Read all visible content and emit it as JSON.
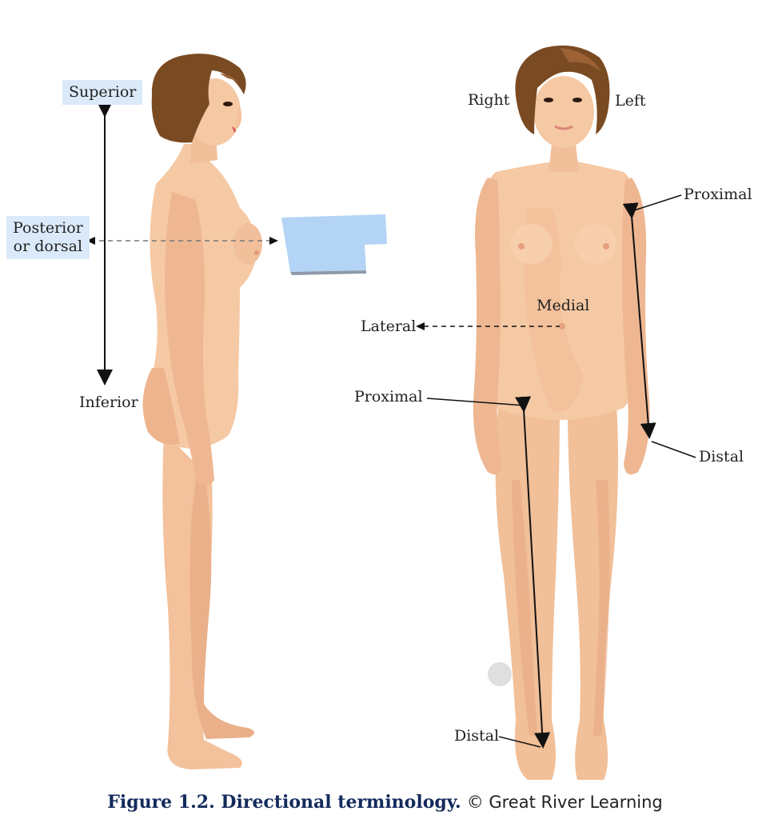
{
  "labels": {
    "superior": "Superior",
    "posterior": "Posterior",
    "posterior_line2": "or dorsal",
    "inferior": "Inferior",
    "right": "Right",
    "left": "Left",
    "proximal_arm": "Proximal",
    "medial": "Medial",
    "lateral": "Lateral",
    "proximal_leg": "Proximal",
    "distal_arm": "Distal",
    "distal_leg": "Distal"
  },
  "caption": {
    "bold": "Figure 1.2. Directional terminology.",
    "credit": "© Great River Learning"
  },
  "colors": {
    "skin": "#f5c9a4",
    "skin_dark": "#e9a982",
    "hair": "#7a4a22",
    "highlight": "#dbeafa",
    "redaction": "#b3d4f5",
    "caption": "#132a5c"
  }
}
